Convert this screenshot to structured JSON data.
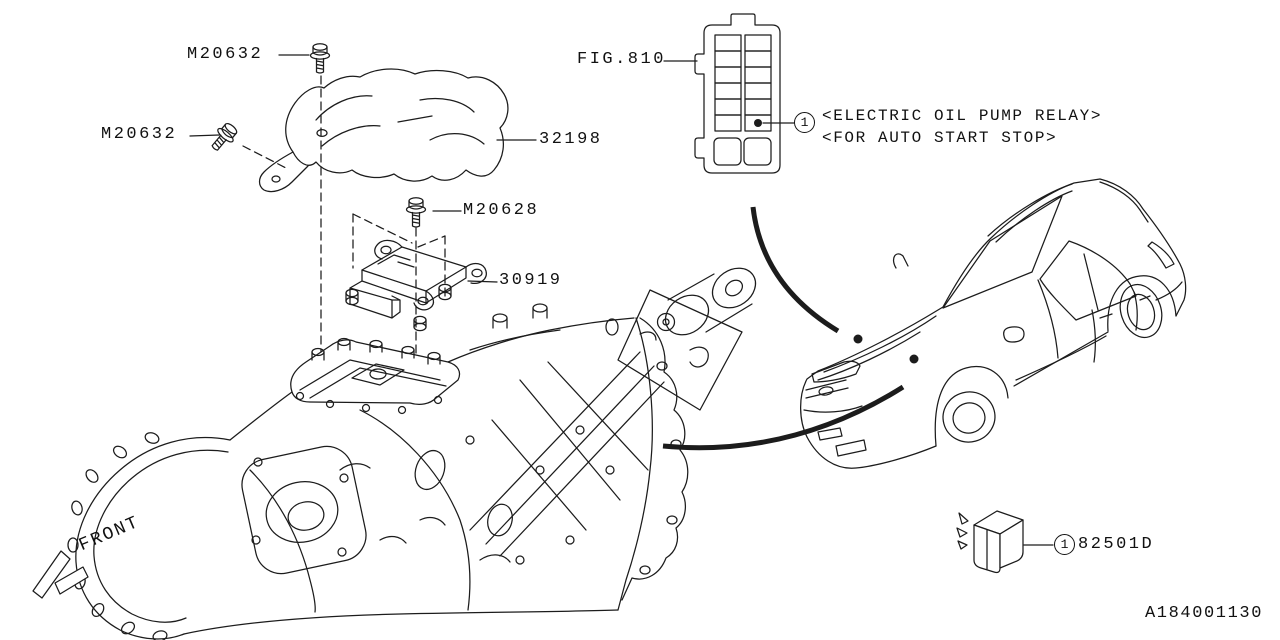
{
  "diagram": {
    "code": "A184001130",
    "front_label": "FRONT"
  },
  "parts": {
    "bolt_top": "M20632",
    "bolt_bracket": "M20632",
    "cover": "32198",
    "bolt_unit": "M20628",
    "control_unit": "30919",
    "relay": "82501D"
  },
  "connector": {
    "figure": "FIG.810",
    "note_line1": "<ELECTRIC OIL PUMP RELAY>",
    "note_line2": "<FOR AUTO START STOP>"
  },
  "callouts": {
    "number": "1"
  },
  "colors": {
    "line": "#1c1c1c",
    "background": "#ffffff"
  }
}
